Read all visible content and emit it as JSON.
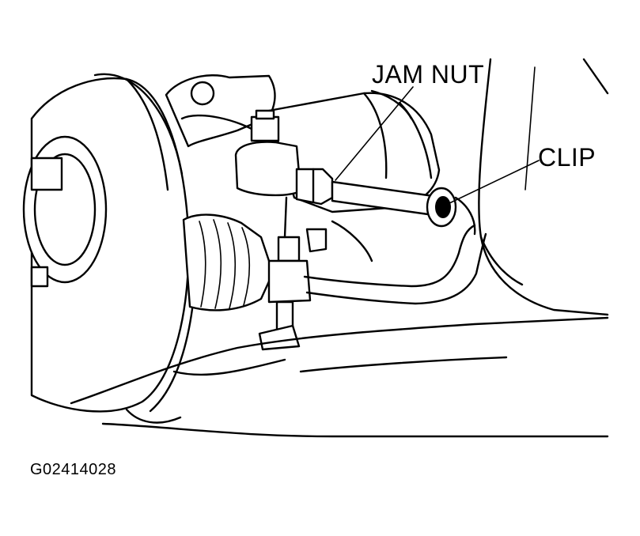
{
  "labels": {
    "jam_nut": "JAM NUT",
    "clip": "CLIP",
    "figure_code": "G02414028"
  },
  "colors": {
    "line": "#000000",
    "background": "#ffffff"
  }
}
